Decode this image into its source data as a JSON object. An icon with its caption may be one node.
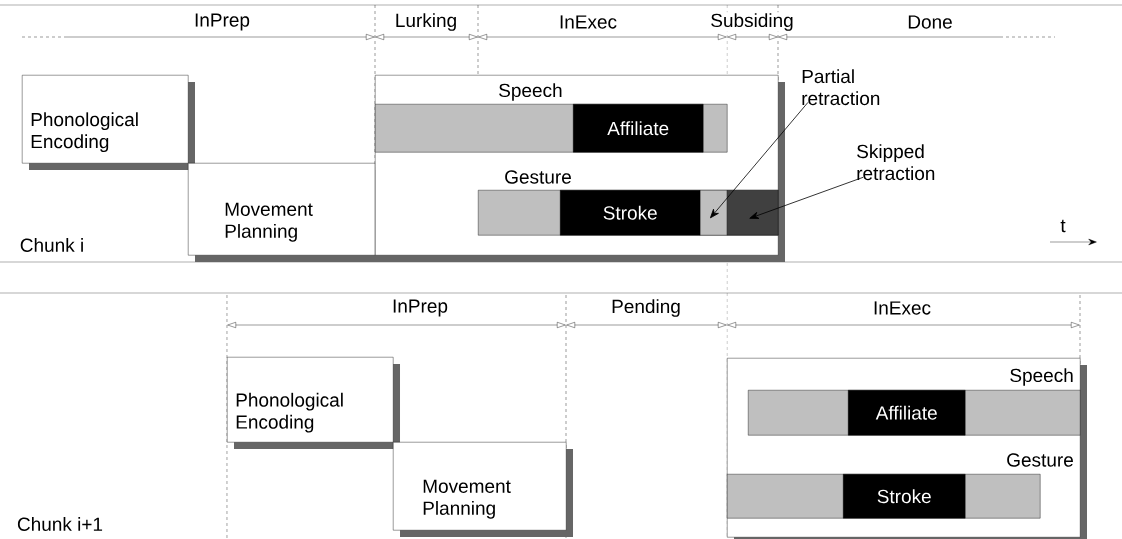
{
  "diagram": {
    "nodes": [
      {
        "text": [
          "Phonological Encoding"
        ]
      },
      {
        "text": [
          "Movement Planning"
        ]
      },
      {
        "text": [],
        "shape": "box"
      },
      {
        "text": [
          "Speech"
        ],
        "in": 2
      },
      {
        "text": [
          "Affiliate"
        ],
        "in": 3
      },
      {
        "text": [
          "Gesture"
        ],
        "in": 2
      },
      {
        "text": [
          "Stroke"
        ],
        "in": 5
      },
      {
        "text": [],
        "shape": "bar",
        "in": 5
      },
      {
        "text": [],
        "shape": "bar",
        "in": 5
      },
      {
        "text": [
          "Partial retraction"
        ]
      },
      {
        "text": [
          "Skipped retraction"
        ]
      },
      {
        "text": [
          "Phonological Encoding"
        ]
      },
      {
        "text": [
          "Movement Planning"
        ]
      },
      {
        "text": [],
        "shape": "box"
      },
      {
        "text": [
          "Speech"
        ],
        "in": 13
      },
      {
        "text": [
          "Affiliate"
        ],
        "in": 14
      },
      {
        "text": [
          "Gesture"
        ],
        "in": 13
      },
      {
        "text": [
          "Stroke"
        ],
        "in": 16
      }
    ],
    "edges": [
      {
        "from": 9,
        "to": 7,
        "arrow": "to"
      },
      {
        "from": 10,
        "to": 8,
        "arrow": "to"
      }
    ],
    "labels": [
      "InPrep",
      "Lurking",
      "InExec",
      "Subsiding",
      "Done",
      "Chunk i",
      "t",
      "InPrep",
      "Pending",
      "InExec",
      "Chunk i+1"
    ]
  }
}
